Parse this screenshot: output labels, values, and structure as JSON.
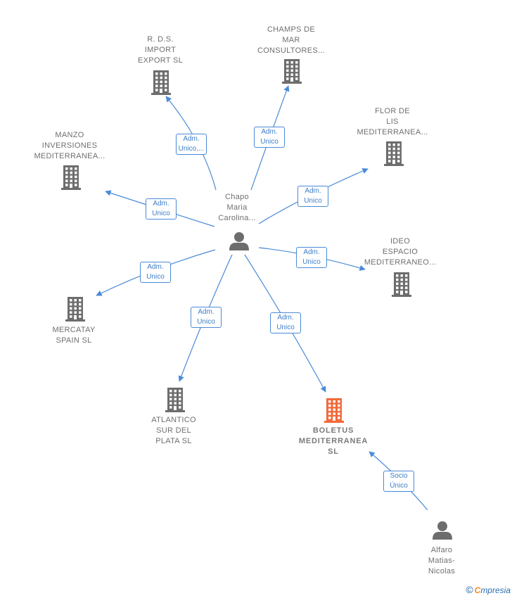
{
  "center": {
    "lines": [
      "Chapo",
      "Maria",
      "Carolina..."
    ]
  },
  "companies": [
    {
      "id": "rds",
      "lines": [
        "R. D.S.",
        "IMPORT",
        "EXPORT  SL"
      ],
      "color": "#6d6d6d",
      "highlight": false
    },
    {
      "id": "champs",
      "lines": [
        "CHAMPS DE",
        "MAR",
        "CONSULTORES..."
      ],
      "color": "#6d6d6d",
      "highlight": false
    },
    {
      "id": "flor",
      "lines": [
        "FLOR DE",
        "LIS",
        "MEDITERRANEA..."
      ],
      "color": "#6d6d6d",
      "highlight": false
    },
    {
      "id": "manzo",
      "lines": [
        "MANZO",
        "INVERSIONES",
        "MEDITERRANEA..."
      ],
      "color": "#6d6d6d",
      "highlight": false
    },
    {
      "id": "ideo",
      "lines": [
        "IDEO",
        "ESPACIO",
        "MEDITERRANEO..."
      ],
      "color": "#6d6d6d",
      "highlight": false
    },
    {
      "id": "mercatay",
      "lines": [
        "MERCATAY",
        "SPAIN  SL"
      ],
      "color": "#6d6d6d",
      "highlight": false
    },
    {
      "id": "atlantico",
      "lines": [
        "ATLANTICO",
        "SUR DEL",
        "PLATA  SL"
      ],
      "color": "#6d6d6d",
      "highlight": false
    },
    {
      "id": "boletus",
      "lines": [
        "BOLETUS",
        "MEDITERRANEA",
        "SL"
      ],
      "color": "#f26a3a",
      "highlight": true
    }
  ],
  "persons": [
    {
      "id": "alfaro",
      "lines": [
        "Alfaro",
        "Matias-",
        "Nicolas"
      ]
    }
  ],
  "edges": [
    {
      "to": "rds",
      "lines": [
        "Adm.",
        "Unico,..."
      ]
    },
    {
      "to": "champs",
      "lines": [
        "Adm.",
        "Unico"
      ]
    },
    {
      "to": "flor",
      "lines": [
        "Adm.",
        "Unico"
      ]
    },
    {
      "to": "manzo",
      "lines": [
        "Adm.",
        "Unico"
      ]
    },
    {
      "to": "ideo",
      "lines": [
        "Adm.",
        "Unico"
      ]
    },
    {
      "to": "mercatay",
      "lines": [
        "Adm.",
        "Unico"
      ]
    },
    {
      "to": "atlantico",
      "lines": [
        "Adm.",
        "Unico"
      ]
    },
    {
      "to": "boletus",
      "lines": [
        "Adm.",
        "Unico"
      ]
    },
    {
      "from": "alfaro",
      "to": "boletus",
      "lines": [
        "Socio",
        "Único"
      ]
    }
  ],
  "colors": {
    "edge": "#4a8ad8",
    "node": "#6d6d6d",
    "highlight": "#f26a3a"
  },
  "brand": {
    "copyright": "©",
    "initial": "C",
    "name": "mpresia"
  }
}
